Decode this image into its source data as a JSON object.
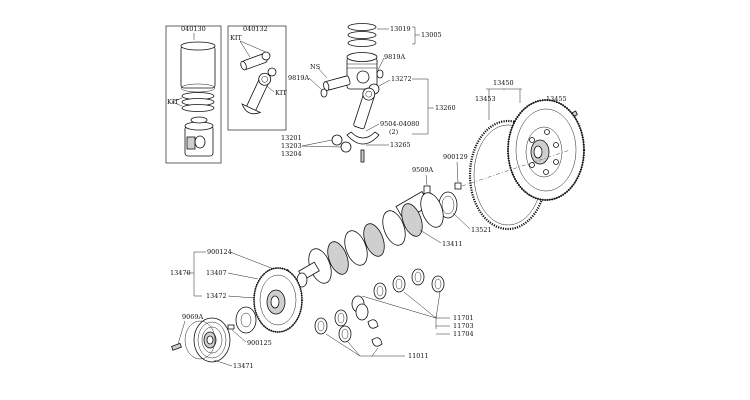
{
  "callouts": {
    "kit_box_left": "040130",
    "kit_box_right": "040132",
    "kit_left_label": "KIT",
    "kit_right_label_top": "KIT",
    "kit_right_label_bottom": "KIT",
    "ns": "NS",
    "pin_left": "9819A",
    "pin_right": "9819A",
    "rings": "13019",
    "piston_group": "13005",
    "rod_bolt": "13272",
    "rod_assembly": "13260",
    "nut_line1": "9504-04080",
    "nut_line2": "(2)",
    "bearing_a": "13201",
    "bearing_b": "13203",
    "bearing_c": "13204",
    "rod_cap_bolt": "13265",
    "flywheel_group": "13450",
    "ring_gear": "13453",
    "flywheel_bolt": "13455",
    "dowel_pin": "900129",
    "woodruff": "9509A",
    "seal": "13521",
    "crankshaft": "13411",
    "damper_bolt": "900124",
    "damper_group": "13470",
    "damper": "13407",
    "damper_hub": "13472",
    "pulley_bolt": "9069A",
    "pulley_key": "900125",
    "pulley": "13471",
    "main_bearing_1": "11701",
    "main_bearing_2": "11703",
    "main_bearing_3": "11704",
    "thrust_washer": "11011"
  }
}
